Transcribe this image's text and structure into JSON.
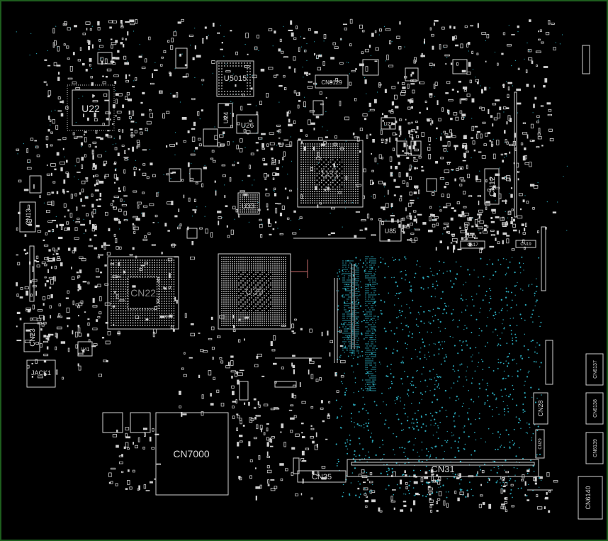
{
  "board": {
    "labels": {
      "u22": "U22",
      "u5015": "U5015",
      "cn8129": "CN8129",
      "u24": "U24",
      "u26": "U26",
      "u31": "U31",
      "u33": "U33",
      "u85": "U85",
      "u27": "U27",
      "cn12": "CN12",
      "cn13": "CN13",
      "cn22": "CN22",
      "u39": "U39",
      "cn23": "CN23",
      "jack1": "JACK1",
      "u41": "U41",
      "cn7000": "CN7000",
      "cn35": "CN35",
      "cn31": "CN31",
      "cn28": "CN28",
      "cn29": "CN29",
      "cn6137": "CN6137",
      "cn6138": "CN6138",
      "cn6139": "CN6139",
      "cn6140": "CN6140",
      "cn17": "CN17",
      "cn19": "CN19"
    },
    "colors": {
      "background": "#000000",
      "outline": "#d0d0d0",
      "pad": "#cfcfcf",
      "via": "#2aa6b8",
      "accent": "#c46a6a",
      "frame": "#1e5e1e"
    }
  }
}
